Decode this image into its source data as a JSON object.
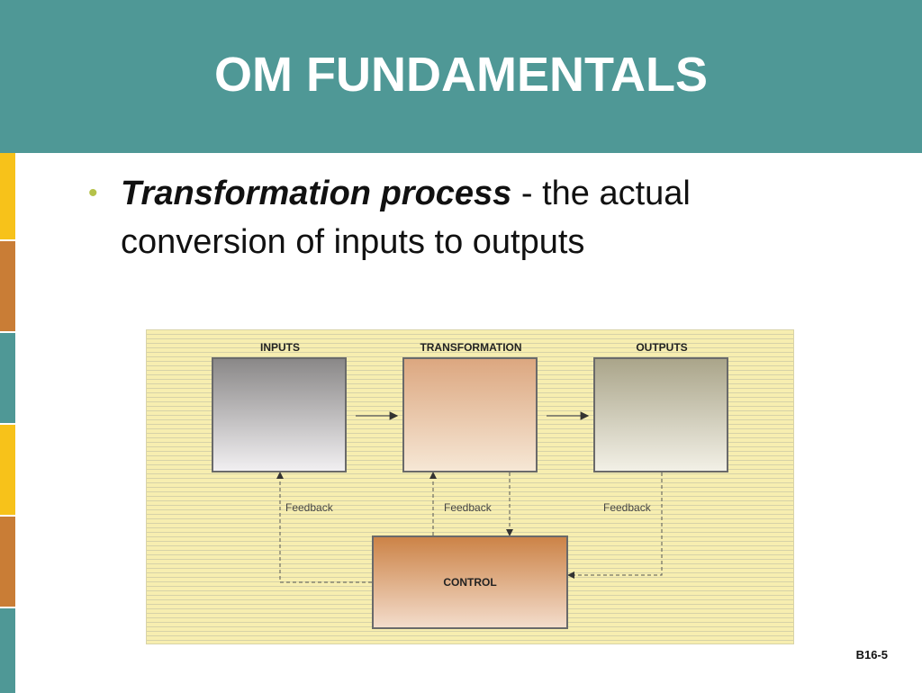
{
  "slide": {
    "title": "OM FUNDAMENTALS",
    "bullet": {
      "term": "Transformation process",
      "rest": " - the actual conversion of inputs to outputs"
    },
    "page_number": "B16-5"
  },
  "diagram": {
    "columns": [
      "INPUTS",
      "TRANSFORMATION",
      "OUTPUTS"
    ],
    "control_label": "CONTROL",
    "feedback_labels": [
      "Feedback",
      "Feedback",
      "Feedback"
    ]
  },
  "colors": {
    "header": "#4f9896",
    "accent_yellow": "#f7c21a",
    "accent_orange": "#c97d36",
    "accent_teal": "#4f9896",
    "diagram_bg": "#f7eeb0"
  }
}
